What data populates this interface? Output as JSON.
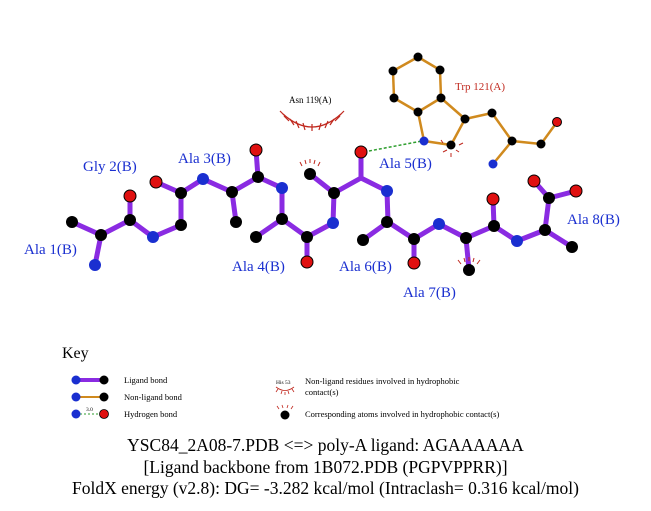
{
  "colors": {
    "ligand_bond": "#8a2be2",
    "nonligand_bond": "#d08a1e",
    "hbond": "#2e9e2e",
    "carbon": "#000000",
    "nitrogen": "#1a2fd0",
    "oxygen": "#e01010",
    "hydrophobic": "#c0281e"
  },
  "residue_labels": {
    "ala1": "Ala 1(B)",
    "gly2": "Gly 2(B)",
    "ala3": "Ala 3(B)",
    "ala4": "Ala 4(B)",
    "ala5": "Ala 5(B)",
    "ala6": "Ala 6(B)",
    "ala7": "Ala 7(B)",
    "ala8": "Ala 8(B)",
    "trp121": "Trp 121(A)",
    "asn119": "Asn 119(A)"
  },
  "key": {
    "title": "Key",
    "ligand_bond": "Ligand bond",
    "nonligand_bond": "Non-ligand bond",
    "hydrogen_bond": "Hydrogen bond",
    "hbond_distance": "3.0",
    "hydrophobic_residue": "Non-ligand residues involved in hydrophobic",
    "hydrophobic_residue_2": "contact(s)",
    "hydrophobic_residue_sample": "His 53",
    "hydrophobic_atoms": "Corresponding atoms involved in hydrophobic contact(s)"
  },
  "footer": {
    "line1": "YSC84_2A08-7.PDB <=> poly-A ligand: AGAAAAAA",
    "line2": "[Ligand backbone from 1B072.PDB (PGPVPPRR)]",
    "line3": "FoldX energy (v2.8): DG= -3.282 kcal/mol (Intraclash= 0.316 kcal/mol)"
  }
}
